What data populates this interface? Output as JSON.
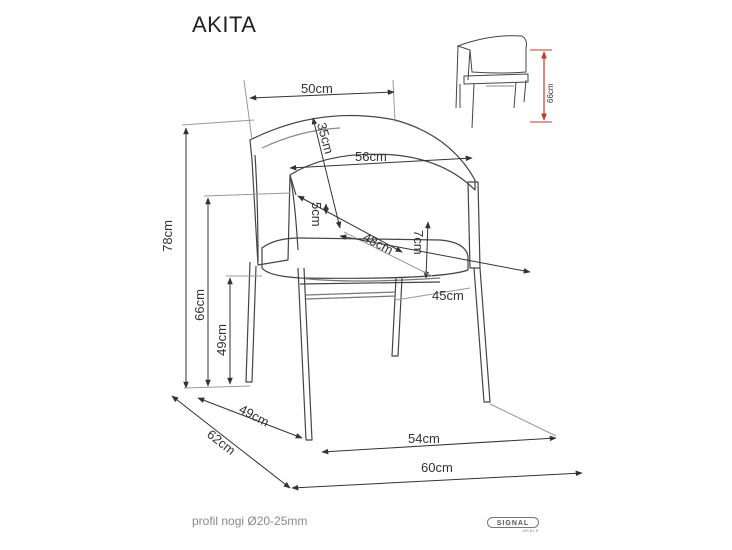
{
  "title": "AKITA",
  "footnote": "profil nogi Ø20-25mm",
  "brand": {
    "name": "SIGNAL",
    "sub": "MEBLE"
  },
  "dimensions": {
    "top_width": "50cm",
    "back_height": "35cm",
    "arm_width": "56cm",
    "armrest_height": "5cm",
    "seat_width": "48cm",
    "seat_thickness": "7cm",
    "seat_depth": "45cm",
    "total_height": "78cm",
    "arm_height": "66cm",
    "seat_height": "49cm",
    "leg_depth": "49cm",
    "leg_width": "54cm",
    "total_depth": "62cm",
    "total_width": "60cm"
  },
  "side_view": {
    "height_label": "66cm",
    "accent": "#c0392b"
  },
  "colors": {
    "line": "#333333",
    "chair": "#444444",
    "accent": "#c0392b"
  }
}
